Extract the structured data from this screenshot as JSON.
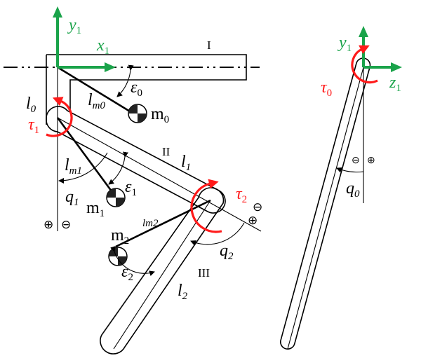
{
  "colors": {
    "axis": "#1aa34a",
    "torque": "#ff1a1a",
    "line": "#000000"
  },
  "axes": {
    "front_y": "y",
    "front_y_sub": "1",
    "front_x": "x",
    "front_x_sub": "1",
    "side_y": "y",
    "side_y_sub": "1",
    "side_z": "z",
    "side_z_sub": "1"
  },
  "links": {
    "link1": "I",
    "link2": "II",
    "link3": "III"
  },
  "lengths": {
    "l0": "l",
    "l0_sub": "0",
    "l1": "l",
    "l1_sub": "1",
    "l2": "l",
    "l2_sub": "2",
    "lm0": "l",
    "lm0_sub": "m0",
    "lm1": "l",
    "lm1_sub": "m1",
    "lm2": "lm2"
  },
  "masses": {
    "m0": "m",
    "m0_sub": "0",
    "m1": "m",
    "m1_sub": "1",
    "m2": "m",
    "m2_sub": "2"
  },
  "angles": {
    "eps0": "ε",
    "eps0_sub": "0",
    "eps1": "ε",
    "eps1_sub": "1",
    "eps2": "ε",
    "eps2_sub": "2",
    "q0": "q",
    "q0_sub": "0",
    "q1": "q",
    "q1_sub": "1",
    "q2": "q",
    "q2_sub": "2"
  },
  "torques": {
    "tau0": "τ",
    "tau0_sub": "0",
    "tau1": "τ",
    "tau1_sub": "1",
    "tau2": "τ",
    "tau2_sub": "2"
  },
  "signs": {
    "plus": "⊕",
    "minus": "⊖"
  }
}
